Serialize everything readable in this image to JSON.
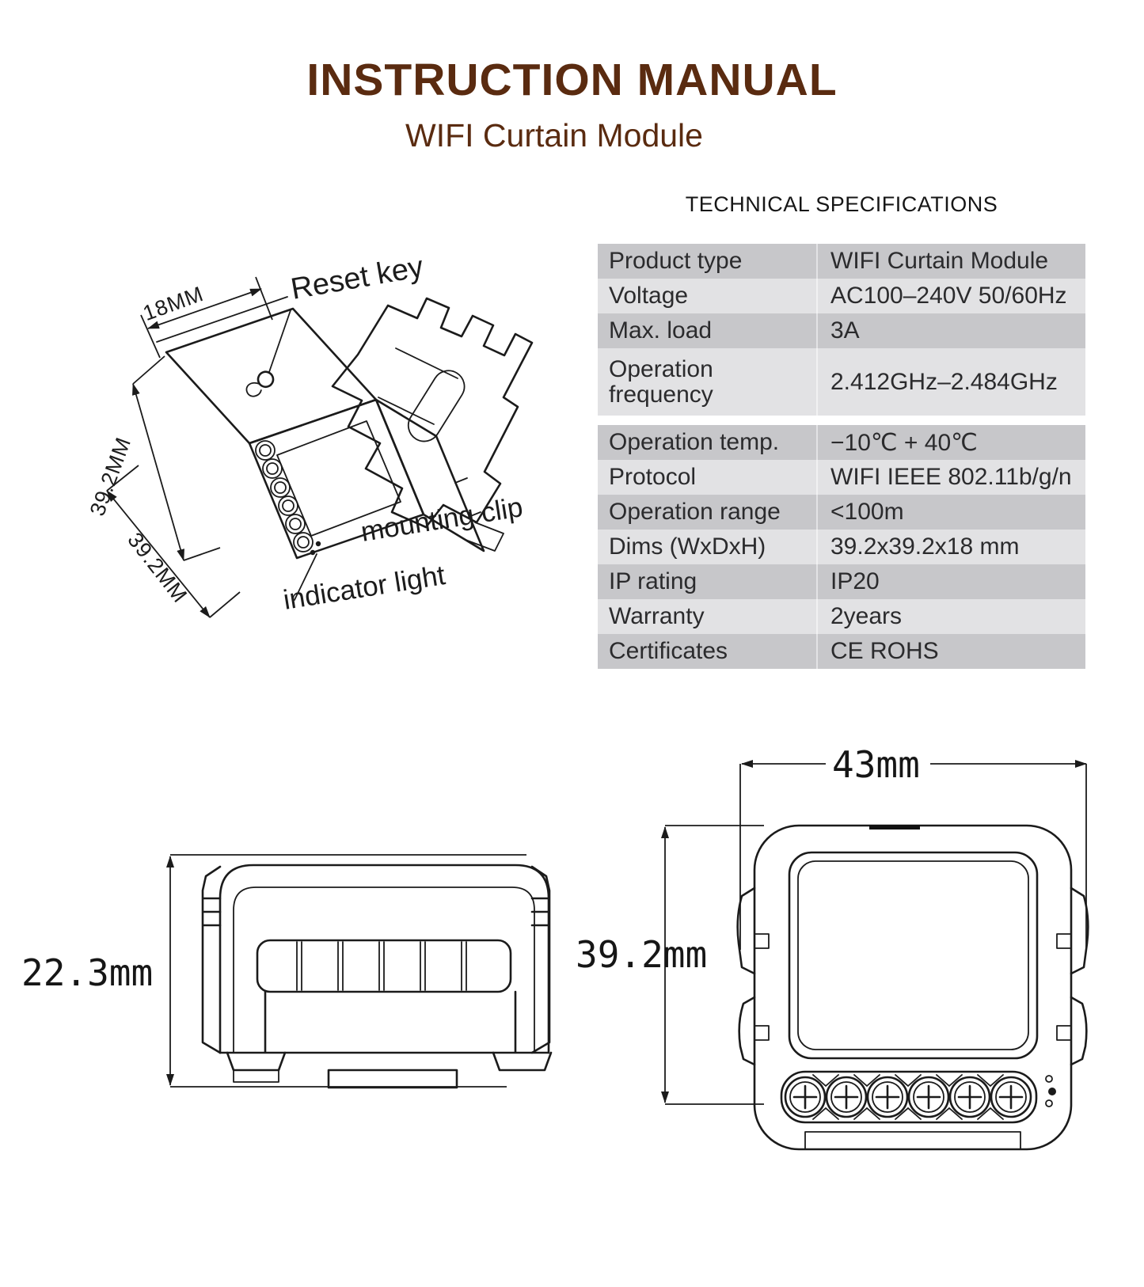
{
  "header": {
    "title": "INSTRUCTION MANUAL",
    "subtitle": "WIFI Curtain Module",
    "accent_color": "#5a2b10"
  },
  "specs": {
    "heading": "TECHNICAL SPECIFICATIONS",
    "row_dark_color": "#c7c7ca",
    "row_light_color": "#e2e2e4",
    "rows": [
      {
        "label": "Product type",
        "value": "WIFI Curtain Module"
      },
      {
        "label": "Voltage",
        "value": "AC100–240V 50/60Hz"
      },
      {
        "label": "Max. load",
        "value": "3A"
      },
      {
        "label": "Operation frequency",
        "value": "2.412GHz–2.484GHz"
      },
      {
        "label": "Operation temp.",
        "value": "−10℃ + 40℃"
      },
      {
        "label": "Protocol",
        "value": "WIFI  IEEE 802.11b/g/n"
      },
      {
        "label": "Operation range",
        "value": "<100m"
      },
      {
        "label": "Dims (WxDxH)",
        "value": "39.2x39.2x18 mm"
      },
      {
        "label": "IP rating",
        "value": "IP20"
      },
      {
        "label": "Warranty",
        "value": "2years"
      },
      {
        "label": "Certificates",
        "value": "CE ROHS"
      }
    ]
  },
  "iso_view": {
    "reset_key_label": "Reset key",
    "mounting_clip_label": "mounting clip",
    "indicator_light_label": "indicator light",
    "depth_dim": "18MM",
    "height_dim": "39.2MM",
    "width_dim": "39.2MM"
  },
  "side_view": {
    "height_dim": "22.3mm"
  },
  "front_view": {
    "width_dim": "43mm",
    "height_dim": "39.2mm"
  }
}
